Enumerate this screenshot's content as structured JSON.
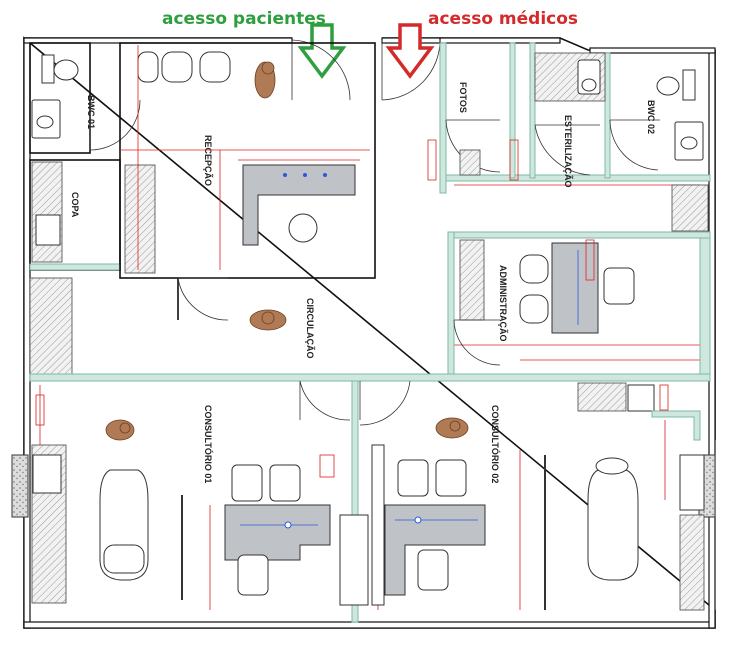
{
  "access": {
    "patients_label": "acesso pacientes",
    "patients_color": "#2e9e3e",
    "doctors_label": "acesso médicos",
    "doctors_color": "#d42a2a"
  },
  "rooms": {
    "bwc01": "BWC 01",
    "copa": "COPA",
    "recepcao": "RECEPÇÃO",
    "circulacao": "CIRCULAÇÃO",
    "fotos": "FOTOS",
    "esterilizacao": "ESTERILIZAÇÃO",
    "bwc02": "BWC 02",
    "administracao": "ADMINISTRAÇÃO",
    "consultorio01": "CONSULTÓRIO 01",
    "consultorio02": "CONSULTÓRIO 02"
  },
  "colors": {
    "wall": "#111111",
    "partition": "#7fb8a4",
    "dimension": "#d22222",
    "electrical": "#2a5bd7"
  }
}
